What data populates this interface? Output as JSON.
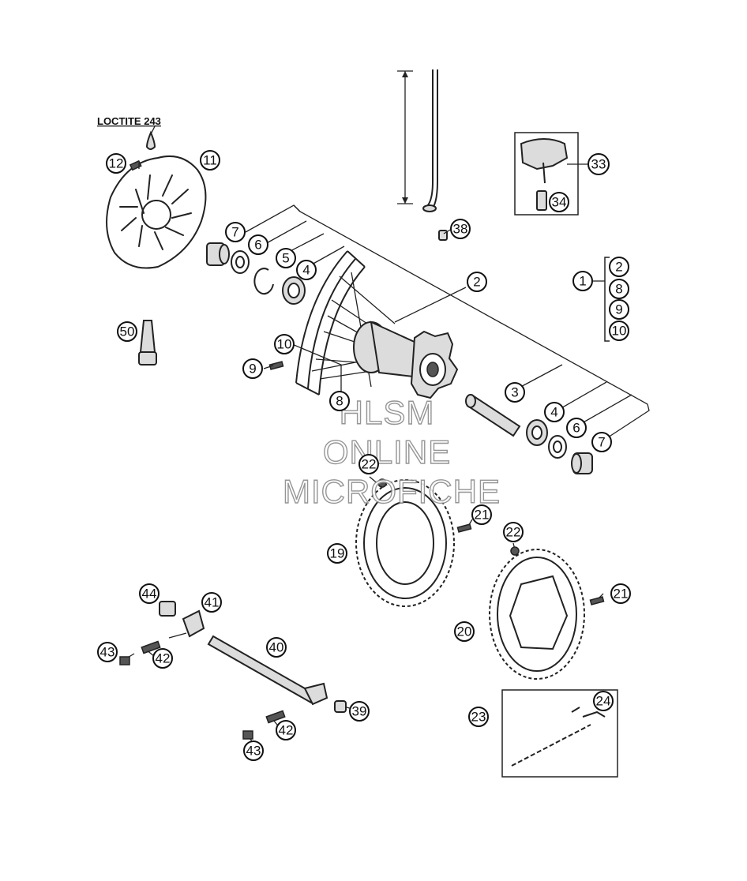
{
  "note": {
    "loctite": "LOCTITE 243"
  },
  "watermark": {
    "line1": "HLSM",
    "line2": "ONLINE",
    "line3": "MICROFICHE"
  },
  "callouts": {
    "c1": "1",
    "c2a": "2",
    "c2b": "2",
    "c3": "3",
    "c4a": "4",
    "c4b": "4",
    "c5": "5",
    "c6a": "6",
    "c6b": "6",
    "c7a": "7",
    "c7b": "7",
    "c8a": "8",
    "c8b": "8",
    "c9a": "9",
    "c9b": "9",
    "c10a": "10",
    "c10b": "10",
    "c11": "11",
    "c12": "12",
    "c19": "19",
    "c20": "20",
    "c21a": "21",
    "c21b": "21",
    "c22a": "22",
    "c22b": "22",
    "c23": "23",
    "c24": "24",
    "c33": "33",
    "c34": "34",
    "c38": "38",
    "c39": "39",
    "c40": "40",
    "c41": "41",
    "c42a": "42",
    "c42b": "42",
    "c43a": "43",
    "c43b": "43",
    "c44": "44",
    "c50": "50"
  }
}
